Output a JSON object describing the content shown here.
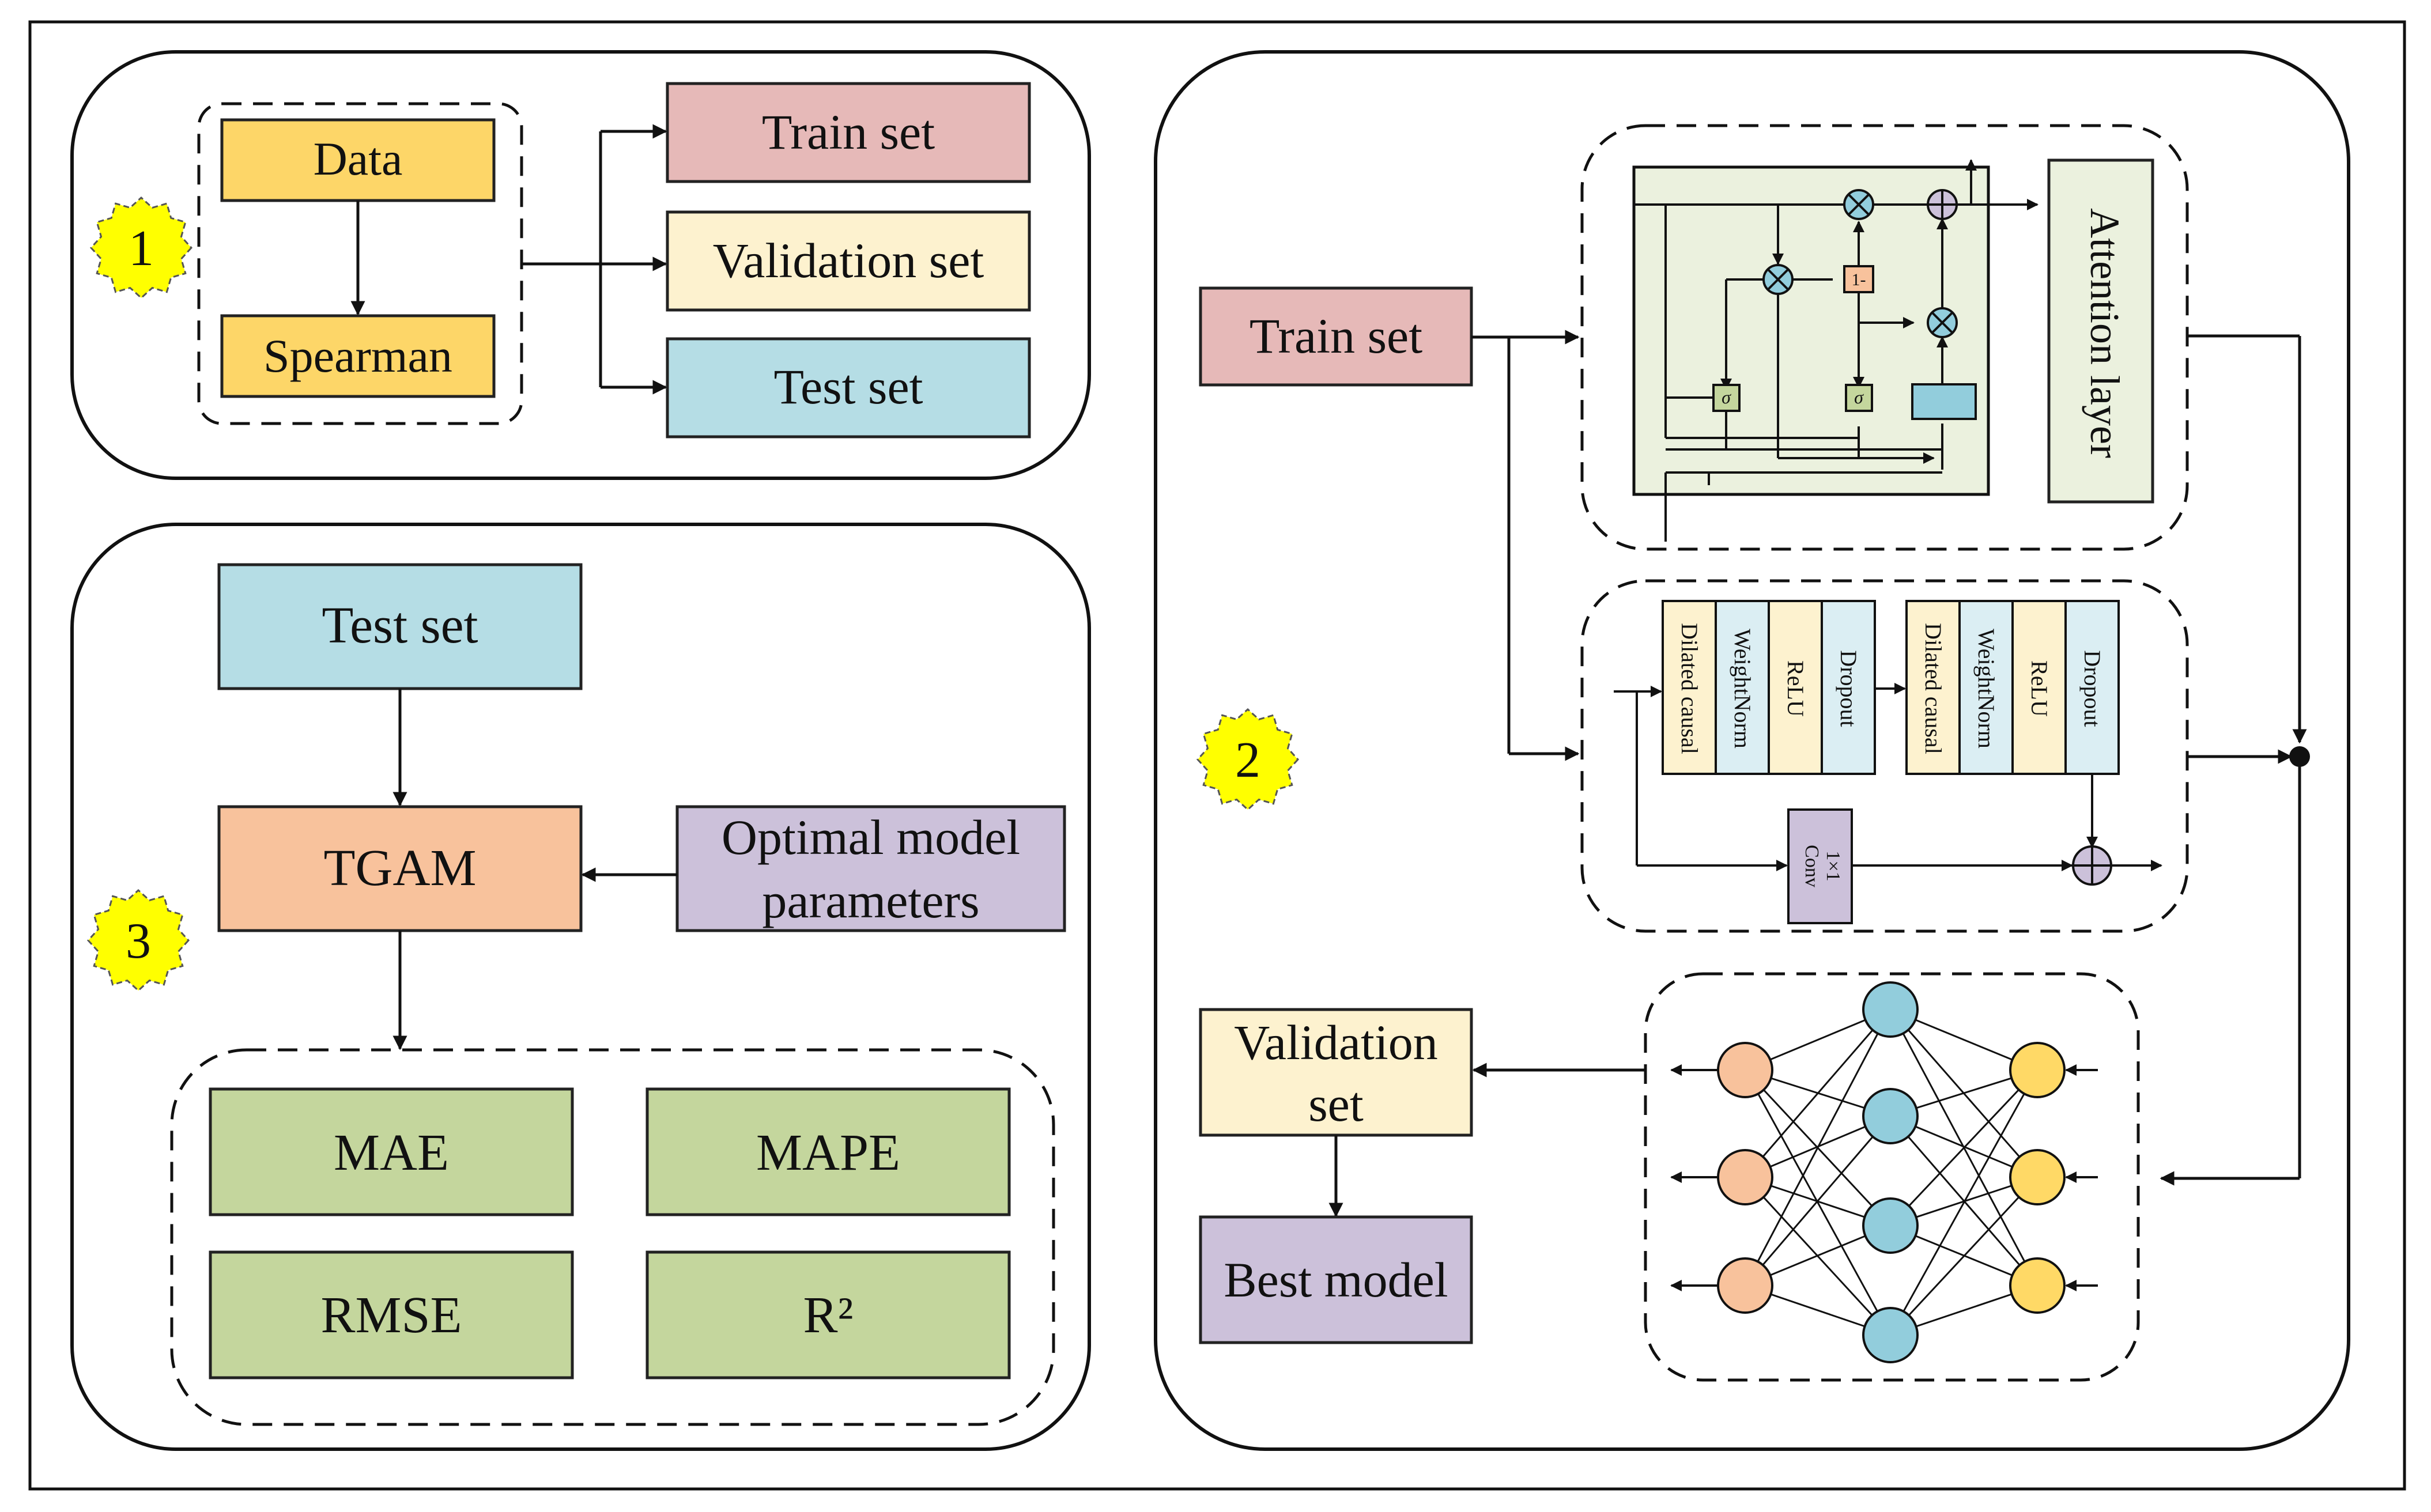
{
  "colors": {
    "data_yellow": "#fdd668",
    "train_pink": "#e6b9b8",
    "validation_cream": "#fdf2cf",
    "test_blue": "#b5dde5",
    "tgam_orange": "#f8c29c",
    "params_purple": "#ccc1da",
    "metric_green": "#c4d69d",
    "lstm_bg": "#ebf1de",
    "attention_green": "#ebf1de",
    "star_yellow": "#ffff00",
    "node_orange": "#f8c29c",
    "node_blue": "#92cddc",
    "node_yellow": "#ffd966"
  },
  "stage1": {
    "badge": "1",
    "data_label": "Data",
    "spearman_label": "Spearman",
    "train_label": "Train set",
    "validation_label": "Validation set",
    "test_label": "Test set"
  },
  "stage2": {
    "badge": "2",
    "train_label": "Train set",
    "attention_label": "Attention layer",
    "lstm": {
      "sigma1": "σ",
      "sigma2": "σ",
      "one_minus": "1-"
    },
    "tcn_block1": [
      "Dilated causal",
      "WeightNorm",
      "ReLU",
      "Dropout"
    ],
    "tcn_block2": [
      "Dilated causal",
      "WeightNorm",
      "ReLU",
      "Dropout"
    ],
    "conv_label_1": "1×1",
    "conv_label_2": "Conv",
    "validation_line1": "Validation",
    "validation_line2": "set",
    "best_model_label": "Best model"
  },
  "stage3": {
    "badge": "3",
    "test_label": "Test set",
    "tgam_label": "TGAM",
    "params_line1": "Optimal model",
    "params_line2": "parameters",
    "metrics": {
      "mae": "MAE",
      "mape": "MAPE",
      "rmse": "RMSE",
      "r2": "R²"
    }
  }
}
